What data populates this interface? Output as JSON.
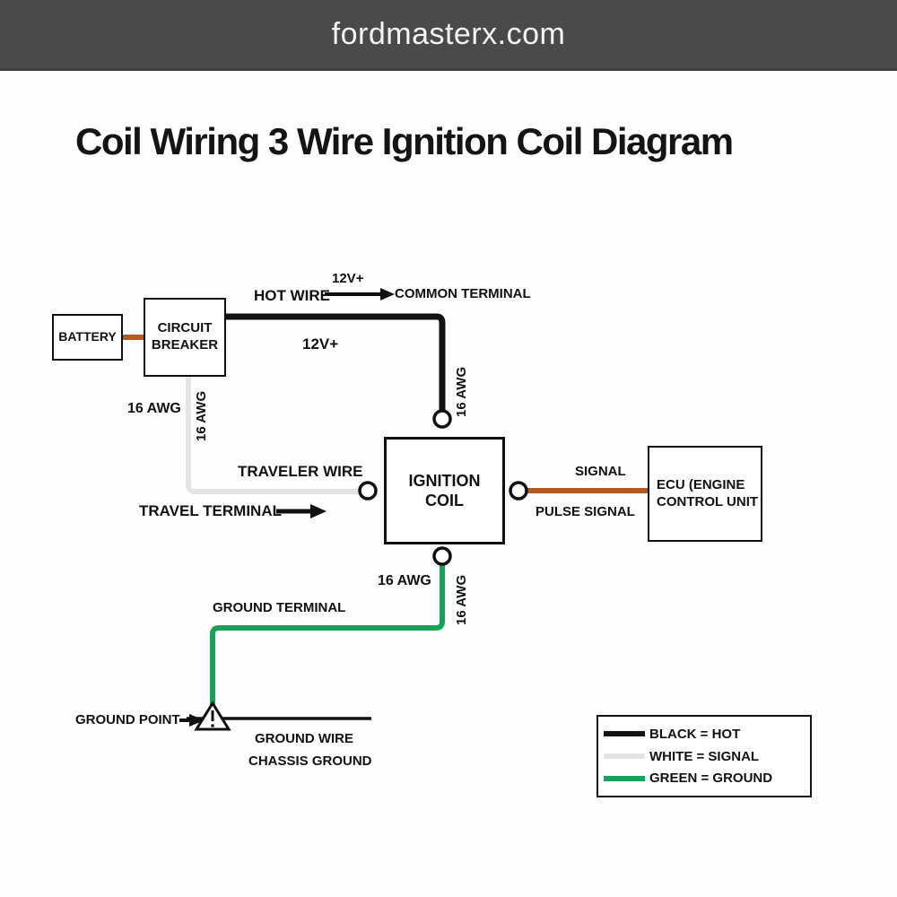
{
  "header": {
    "site": "fordmasterx.com"
  },
  "title": "Coil Wiring 3 Wire Ignition Coil Diagram",
  "components": {
    "battery": "BATTERY",
    "circuit_breaker": "CIRCUIT BREAKER",
    "ignition_coil": "IGNITION COIL",
    "ecu_line1": "ECU (ENGINE",
    "ecu_line2": "CONTROL UNIT"
  },
  "labels": {
    "hot_wire": "HOT WIRE",
    "volts_top": "12V+",
    "common_terminal": "COMMON TERMINAL",
    "volts_mid": "12V+",
    "awg_left": "16 AWG",
    "awg_left_vertical": "16 AWG",
    "awg_top_vertical": "16 AWG",
    "traveler_wire": "TRAVELER WIRE",
    "travel_terminal": "TRAVEL TERMINAL",
    "signal": "SIGNAL",
    "pulse_signal": "PULSE SIGNAL",
    "awg_bottom": "16 AWG",
    "awg_bottom_vertical": "16 AWG",
    "ground_terminal": "GROUND TERMINAL",
    "ground_point": "GROUND POINT",
    "ground_wire": "GROUND WIRE",
    "chassis_ground": "CHASSIS GROUND"
  },
  "legend": {
    "items": [
      {
        "swatch": "#131313",
        "label": "BLACK = HOT"
      },
      {
        "swatch": "#e4e4e4",
        "label": "WHITE = SIGNAL"
      },
      {
        "swatch": "#18a257",
        "label": "GREEN = GROUND"
      }
    ]
  },
  "colors": {
    "hot": "#131313",
    "signal_wire": "#e4e4e4",
    "ground": "#18a257",
    "pulse": "#b65a24",
    "header_bg": "#4a4a49"
  }
}
